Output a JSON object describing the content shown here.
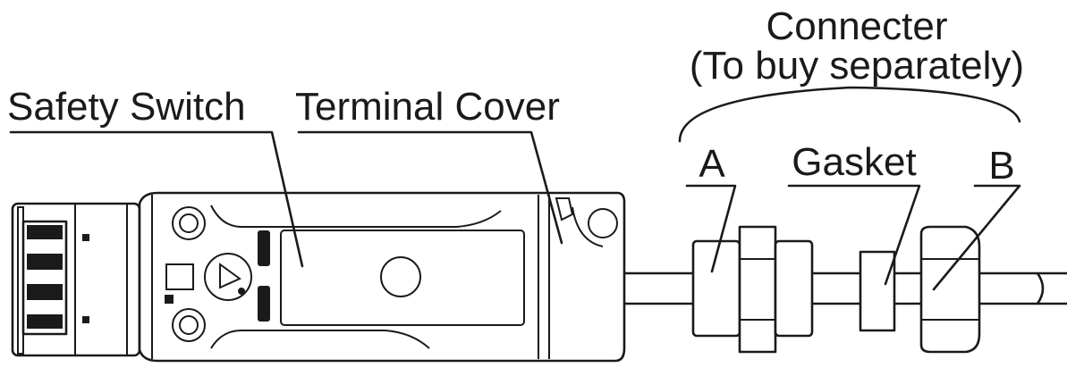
{
  "labels": {
    "connector_line1": "Connecter",
    "connector_line2": "(To buy separately)",
    "safety_switch": "Safety Switch",
    "terminal_cover": "Terminal Cover",
    "part_a": "A",
    "gasket": "Gasket",
    "part_b": "B"
  },
  "colors": {
    "line": "#1a1a1a",
    "background": "#ffffff"
  }
}
